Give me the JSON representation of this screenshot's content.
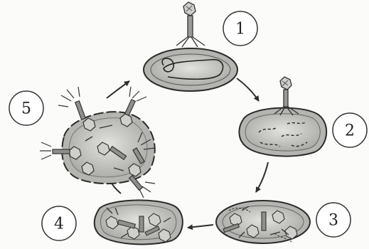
{
  "diagram": {
    "steps": [
      {
        "label": "1",
        "stage": "attachment"
      },
      {
        "label": "2",
        "stage": "dna-injection"
      },
      {
        "label": "3",
        "stage": "replication-synthesis"
      },
      {
        "label": "4",
        "stage": "assembly"
      },
      {
        "label": "5",
        "stage": "lysis-release"
      }
    ],
    "colors": {
      "cell_fill": "#b9b9b5",
      "cell_inner": "#dcdcd8",
      "outline": "#2b2b2b",
      "arrow": "#2e2e2e"
    }
  }
}
